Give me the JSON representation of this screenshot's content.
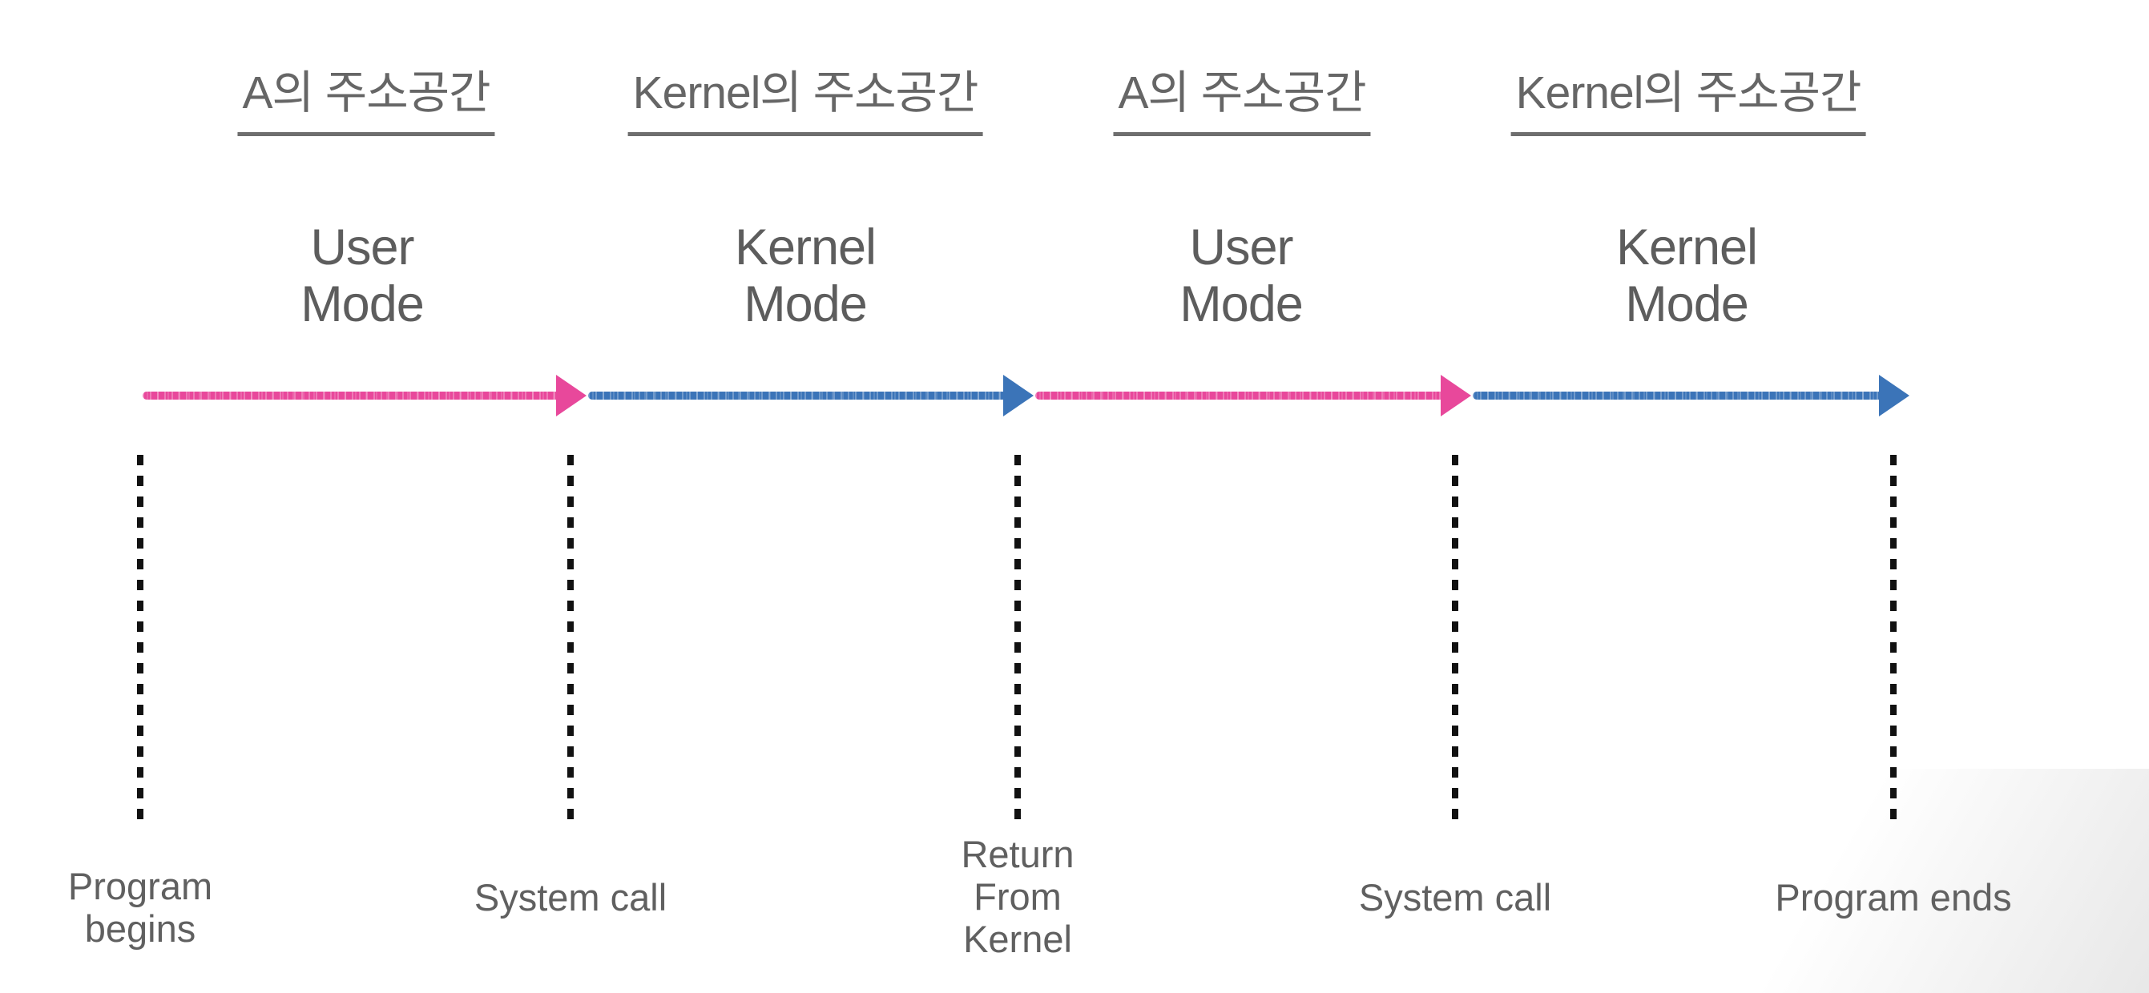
{
  "colors": {
    "user_mode_pink": "#e8489b",
    "kernel_mode_blue": "#3b74b8",
    "heading_text": "#666666",
    "underline": "#6e6e6e",
    "mode_text": "#5d5d5d",
    "event_text": "#606060",
    "dashed_line": "#111111"
  },
  "address_space_headers": [
    {
      "label": "A의 주소공간"
    },
    {
      "label": "Kernel의 주소공간"
    },
    {
      "label": "A의 주소공간"
    },
    {
      "label": "Kernel의 주소공간"
    }
  ],
  "mode_labels": [
    {
      "lines": [
        "User",
        "Mode"
      ]
    },
    {
      "lines": [
        "Kernel",
        "Mode"
      ]
    },
    {
      "lines": [
        "User",
        "Mode"
      ]
    },
    {
      "lines": [
        "Kernel",
        "Mode"
      ]
    }
  ],
  "timeline": {
    "segments": [
      {
        "mode": "User Mode",
        "color": "pink",
        "from": "Program begins",
        "to": "System call"
      },
      {
        "mode": "Kernel Mode",
        "color": "blue",
        "from": "System call",
        "to": "Return From Kernel"
      },
      {
        "mode": "User Mode",
        "color": "pink",
        "from": "Return From Kernel",
        "to": "System call"
      },
      {
        "mode": "Kernel Mode",
        "color": "blue",
        "from": "System call",
        "to": "Program ends"
      }
    ]
  },
  "events": [
    {
      "lines": [
        "Program",
        "begins"
      ]
    },
    {
      "lines": [
        "System call"
      ]
    },
    {
      "lines": [
        "Return",
        "From",
        "Kernel"
      ]
    },
    {
      "lines": [
        "System call"
      ]
    },
    {
      "lines": [
        "Program ends"
      ]
    }
  ]
}
